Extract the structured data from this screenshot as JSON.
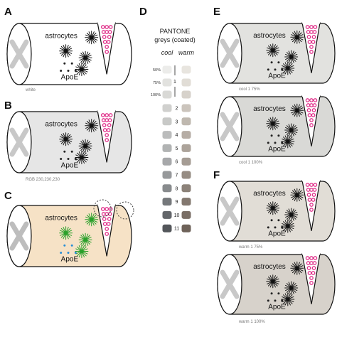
{
  "panels": {
    "a": {
      "letter": "A",
      "caption": "white",
      "fill": "#ffffff"
    },
    "b": {
      "letter": "B",
      "caption": "RGB 230,230,230",
      "fill": "#e6e6e6"
    },
    "c": {
      "letter": "C",
      "caption": "",
      "fill": "#f6e2c6"
    },
    "e1": {
      "letter": "E",
      "caption": "cool 1 75%",
      "fill": "#e2e2df"
    },
    "e2": {
      "caption": "cool 1 100%",
      "fill": "#d9d9d6"
    },
    "f1": {
      "letter": "F",
      "caption": "warm 1 75%",
      "fill": "#e1ddd6"
    },
    "f2": {
      "caption": "warm 1 100%",
      "fill": "#d7d2cb"
    }
  },
  "labels": {
    "astrocytes": "astrocytes",
    "apoe": "ApoE"
  },
  "colors": {
    "outline": "#111111",
    "rotor": "#c8c8c8",
    "rotor_c": "#bdbdbd",
    "cell_default": "#111111",
    "cell_c": "#2aa02a",
    "dot_default": "#222222",
    "dot_c": "#2a8fd6",
    "bead": "#e0308a"
  },
  "swatches": {
    "letter": "D",
    "title_line1": "PANTONE",
    "title_line2": "greys (coated)",
    "col_cool": "cool",
    "col_warm": "warm",
    "percent_labels": [
      "50%",
      "75%",
      "100%"
    ],
    "grade1": "1",
    "grades": [
      "2",
      "3",
      "4",
      "5",
      "6",
      "7",
      "8",
      "9",
      "10",
      "11"
    ],
    "cool_pct": [
      "#ececea",
      "#e2e2df",
      "#d9d9d6"
    ],
    "warm_pct": [
      "#e8e5df",
      "#e1ddd6",
      "#d7d2cb"
    ],
    "cool": [
      "#d0d0ce",
      "#c8c9c7",
      "#bbbcbc",
      "#b1b3b3",
      "#a7a8aa",
      "#97999b",
      "#888b8d",
      "#75787b",
      "#63666a",
      "#53565a"
    ],
    "warm": [
      "#cbc4bc",
      "#bfb8af",
      "#b6ada5",
      "#aca39a",
      "#a59c94",
      "#968c83",
      "#8c8279",
      "#83786f",
      "#796e65",
      "#6e6259"
    ]
  }
}
